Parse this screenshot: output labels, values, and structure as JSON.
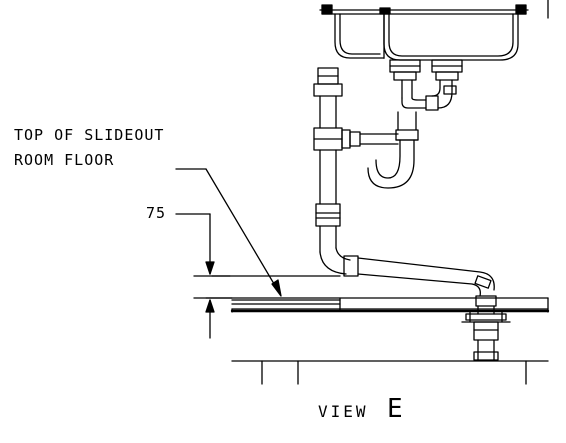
{
  "labels": {
    "note_line1": "TOP OF SLIDEOUT",
    "note_line2": "ROOM FLOOR",
    "dimension": "75",
    "view_word": "VIEW",
    "view_letter": "E"
  },
  "colors": {
    "line": "#000000",
    "background": "#ffffff"
  }
}
